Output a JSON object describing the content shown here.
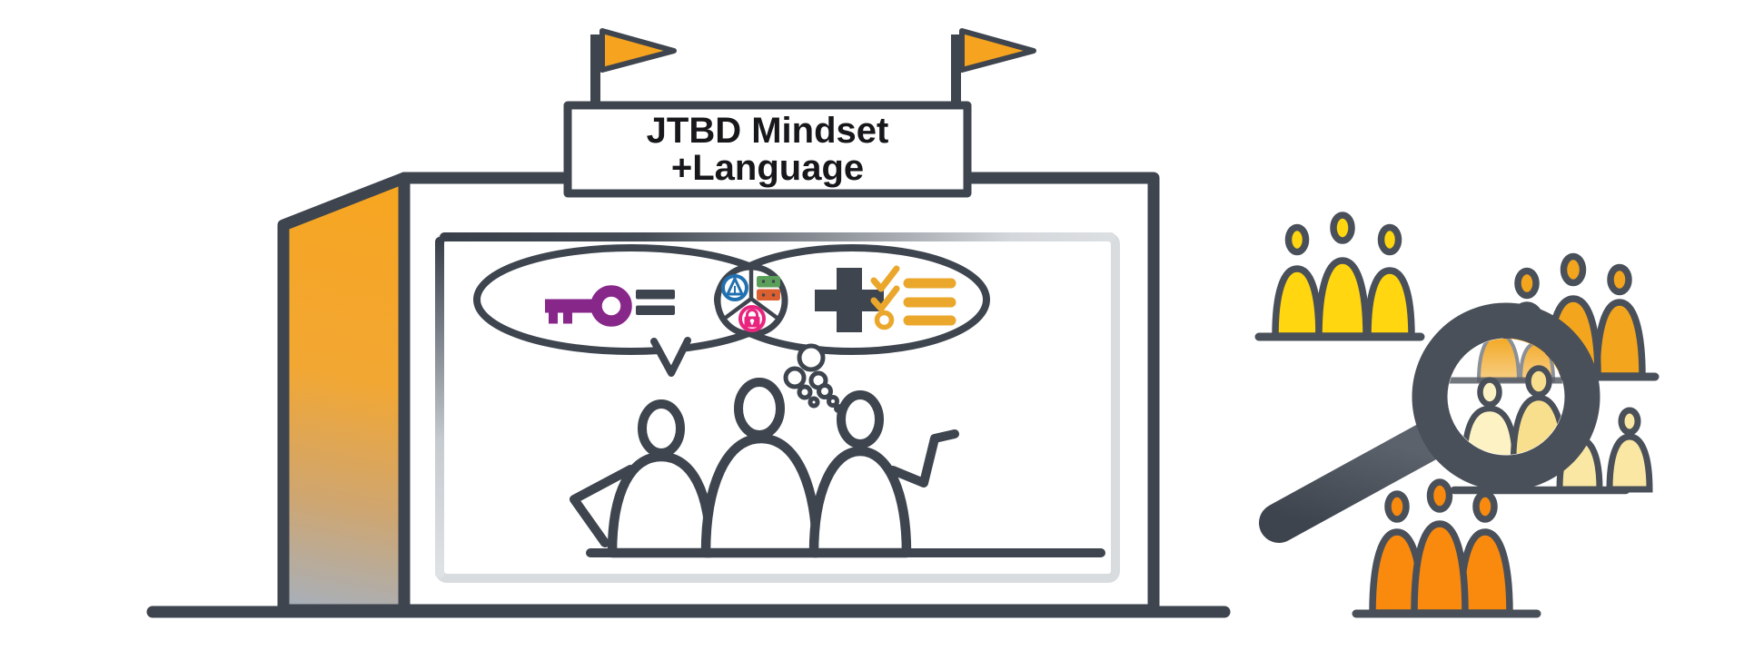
{
  "sign": {
    "line1": "JTBD Mindset",
    "line2": "+Language"
  },
  "colors": {
    "ink": "#3E454F",
    "slate": "#4A5059",
    "orange": "#F6A41F",
    "yellow": "#FFD60F",
    "amber": "#F3A51D",
    "pale": "#F9E7A3",
    "pale2": "#F8DF8E",
    "deep": "#F98A0E",
    "purple": "#87278A",
    "pink": "#E8247E",
    "blue": "#2170B0",
    "green": "#5AA05A",
    "rust": "#DC5F30",
    "gold": "#EBA72C",
    "text": "#16181B",
    "grayfade": "#ABB1B9"
  },
  "icons": {
    "flag": "triangular pennant",
    "key": "key glyph",
    "equals": "equals sign",
    "plus": "plus sign",
    "checklist": "check-check-circle list",
    "tent": "tent in blue circle",
    "drawers": "stacked green and orange bins",
    "lock": "padlock in pink circle",
    "thought_bubbles": "cluster of small circles",
    "magnifier": "magnifying glass over crowd"
  },
  "figures": {
    "team_inside_stall": 3,
    "crowd_groups": [
      {
        "name": "yellow-group",
        "count": 3
      },
      {
        "name": "amber-group",
        "count": 3
      },
      {
        "name": "pale-group",
        "count": 4
      },
      {
        "name": "orange-group",
        "count": 3
      }
    ]
  }
}
